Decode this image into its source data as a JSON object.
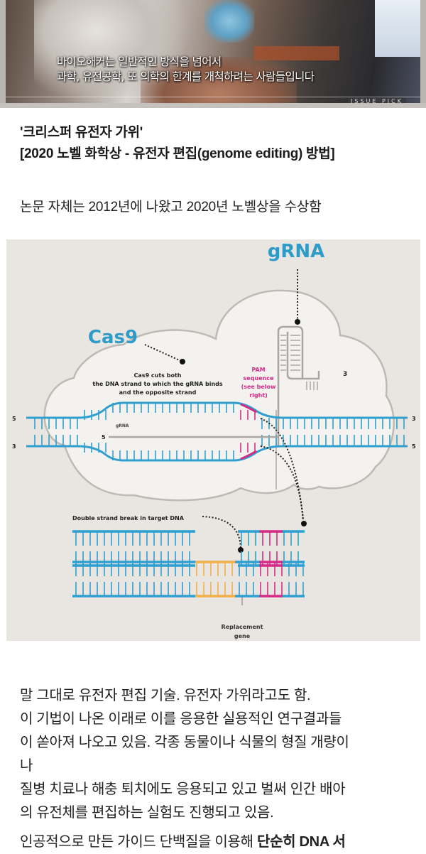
{
  "video": {
    "subtitle_lines": [
      "바이오해커는 일반적인 방식을 넘어서",
      "과학, 유전공학, 또 의학의 한계를 개척하려는 사람들입니다"
    ],
    "watermark": "ISSUE PICK"
  },
  "heading": {
    "line1": "'크리스퍼 유전자 가위'",
    "line2": "[2020 노벨 화학상 - 유전자 편집(genome editing) 방법]"
  },
  "intro": "논문 자체는 2012년에 나왔고 2020년 노벨상을 수상함",
  "diagram": {
    "labels": {
      "grna_title": "gRNA",
      "cas9_title": "Cas9",
      "cas9_note": [
        "Cas9 cuts both",
        "the DNA strand to which the gRNA binds",
        "and the opposite strand"
      ],
      "pam_note": [
        "PAM",
        "sequence",
        "(see below",
        "right)"
      ],
      "grna_small": "gRNA",
      "end_5_top_left": "5",
      "end_3_top_right": "3",
      "end_3_bottom_left": "3",
      "end_5_bottom_right": "5",
      "grna_5": "5",
      "grna_3": "3",
      "break_note": "Double strand break in target DNA",
      "replacement": [
        "Replacement",
        "gene"
      ]
    },
    "colors": {
      "dna": "#2e9fcf",
      "pam": "#d42b86",
      "replacement": "#f2b04a",
      "grna": "#a9a6a2",
      "title": "#2f9bc9"
    }
  },
  "body": {
    "lines": [
      "말 그대로 유전자 편집 기술. 유전자 가위라고도 함.",
      "이 기법이 나온 이래로 이를 응용한 실용적인 연구결과들",
      "이 쏟아져 나오고 있음. 각종 동물이나 식물의 형질 개량이",
      "나",
      "질병 치료나 해충 퇴치에도 응용되고 있고 벌써 인간 배아",
      "의 유전체를 편집하는 실험도 진행되고 있음."
    ],
    "last_line_plain": "인공적으로 만든 가이드 단백질을 이용해 ",
    "last_line_bold": "단순히 DNA 서"
  }
}
